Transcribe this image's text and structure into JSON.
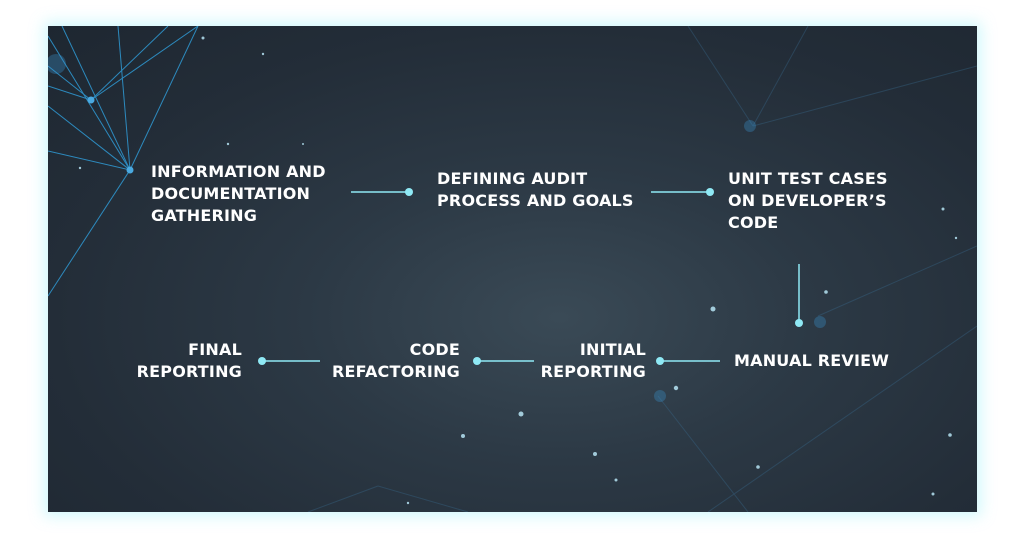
{
  "colors": {
    "accent": "#8fe9f5",
    "text": "#ffffff",
    "background": "#26303b"
  },
  "steps": [
    {
      "lines": [
        "INFORMATION AND",
        "DOCUMENTATION",
        "GATHERING"
      ]
    },
    {
      "lines": [
        "DEFINING AUDIT",
        "PROCESS AND GOALS"
      ]
    },
    {
      "lines": [
        "UNIT TEST CASES",
        "ON DEVELOPER’S",
        "CODE"
      ]
    },
    {
      "lines": [
        "MANUAL REVIEW"
      ]
    },
    {
      "lines": [
        "INITIAL",
        "REPORTING"
      ]
    },
    {
      "lines": [
        "CODE",
        "REFACTORING"
      ]
    },
    {
      "lines": [
        "FINAL",
        "REPORTING"
      ]
    }
  ]
}
